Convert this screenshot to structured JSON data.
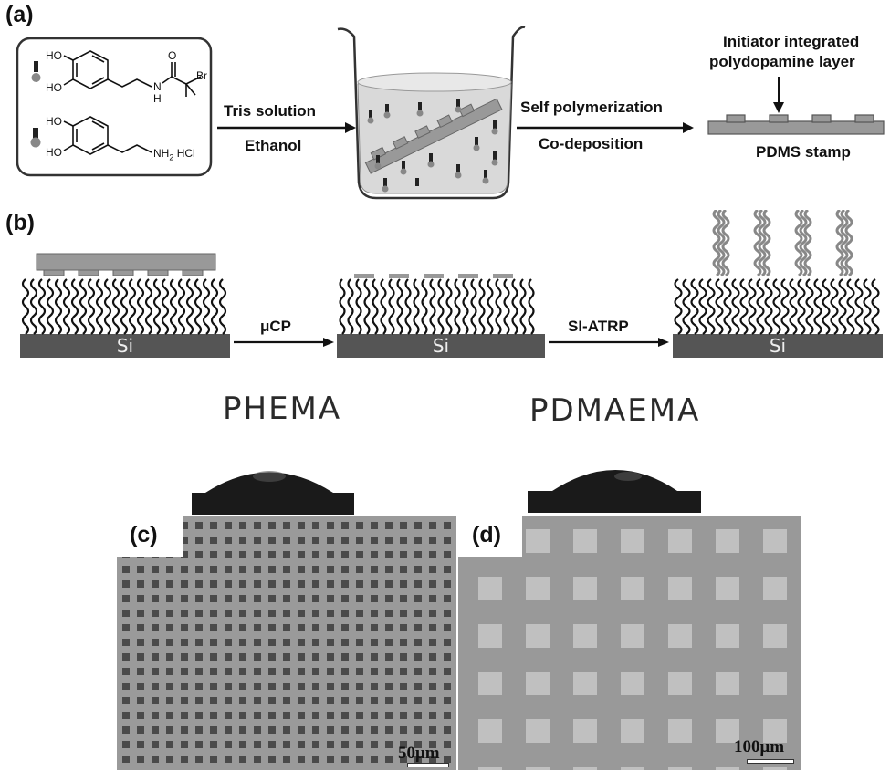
{
  "panels": {
    "a": "(a)",
    "b": "(b)",
    "c": "(c)",
    "d": "(d)"
  },
  "panel_a": {
    "molecule1": {
      "ho_top": "HO",
      "ho_bottom": "HO",
      "o": "O",
      "n": "N",
      "h": "H",
      "br": "Br"
    },
    "molecule2": {
      "ho_top": "HO",
      "ho_bottom": "HO",
      "amine": "NH",
      "amine_sub": "2",
      "hcl": "HCl"
    },
    "step1_top": "Tris solution",
    "step1_bottom": "Ethanol",
    "step2_top": "Self polymerization",
    "step2_bottom": "Co-deposition",
    "layer_label_line1": "Initiator integrated",
    "layer_label_line2": "polydopamine layer",
    "stamp_label": "PDMS stamp"
  },
  "panel_b": {
    "substrate": "Si",
    "step1": "μCP",
    "step2": "SI-ATRP"
  },
  "panel_cd": {
    "left_title": "PHEMA",
    "right_title": "PDMAEMA",
    "left_scale": "50μm",
    "right_scale": "100μm"
  }
}
